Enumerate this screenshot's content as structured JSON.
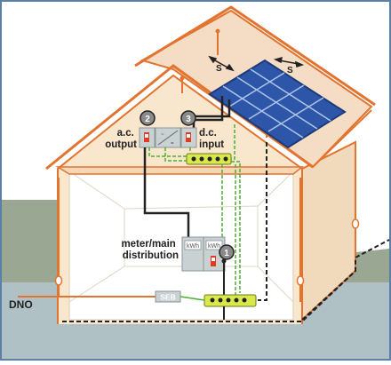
{
  "labels": {
    "ac_output": [
      "a.c.",
      "output"
    ],
    "dc_input": [
      "d.c.",
      "input"
    ],
    "meter": [
      "meter/main",
      "distribution"
    ],
    "kwh_left": "kWh",
    "kwh_right": "kWh",
    "seb": "SEB",
    "dno": "DNO",
    "s_left": "S",
    "s_right": "S"
  },
  "callouts": [
    "2",
    "3",
    "1"
  ],
  "colors": {
    "sky": "#ffffff",
    "ground": "#b0c1c5",
    "grass": "#9aa893",
    "roof_edge": "#e2742f",
    "roof_fill": "#f4ddc4",
    "wall": "#f8e7cd",
    "panel": "#2d56a8",
    "earth_green": "#4caf33",
    "cable_dark": "#222222",
    "box_gray": "#c9d1d3",
    "border": "#5b7fa6"
  }
}
